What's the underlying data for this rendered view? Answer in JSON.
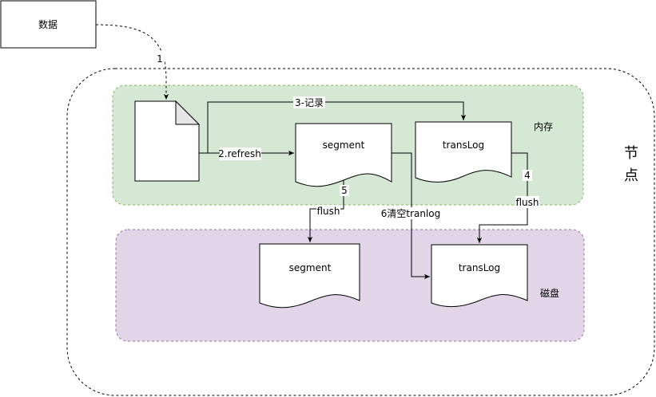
{
  "nodes": {
    "data_box": "数据",
    "segment_mem": "segment",
    "translog_mem": "transLog",
    "segment_disk": "segment",
    "translog_disk": "transLog"
  },
  "groups": {
    "node_title": "节",
    "node_title2": "点",
    "memory": "内存",
    "disk": "磁盘"
  },
  "edges": {
    "e1": "1",
    "e2": "2.refresh",
    "e3": "3-记录",
    "e4_num": "4",
    "e4_flush": "flush",
    "e5_num": "5",
    "e5_flush": "flush",
    "e6": "6清空tranlog"
  },
  "colors": {
    "memory_fill": "#d5e8d4",
    "memory_stroke": "#82b366",
    "disk_fill": "#e1d5e7",
    "disk_stroke": "#9673a6",
    "line": "#000000"
  }
}
